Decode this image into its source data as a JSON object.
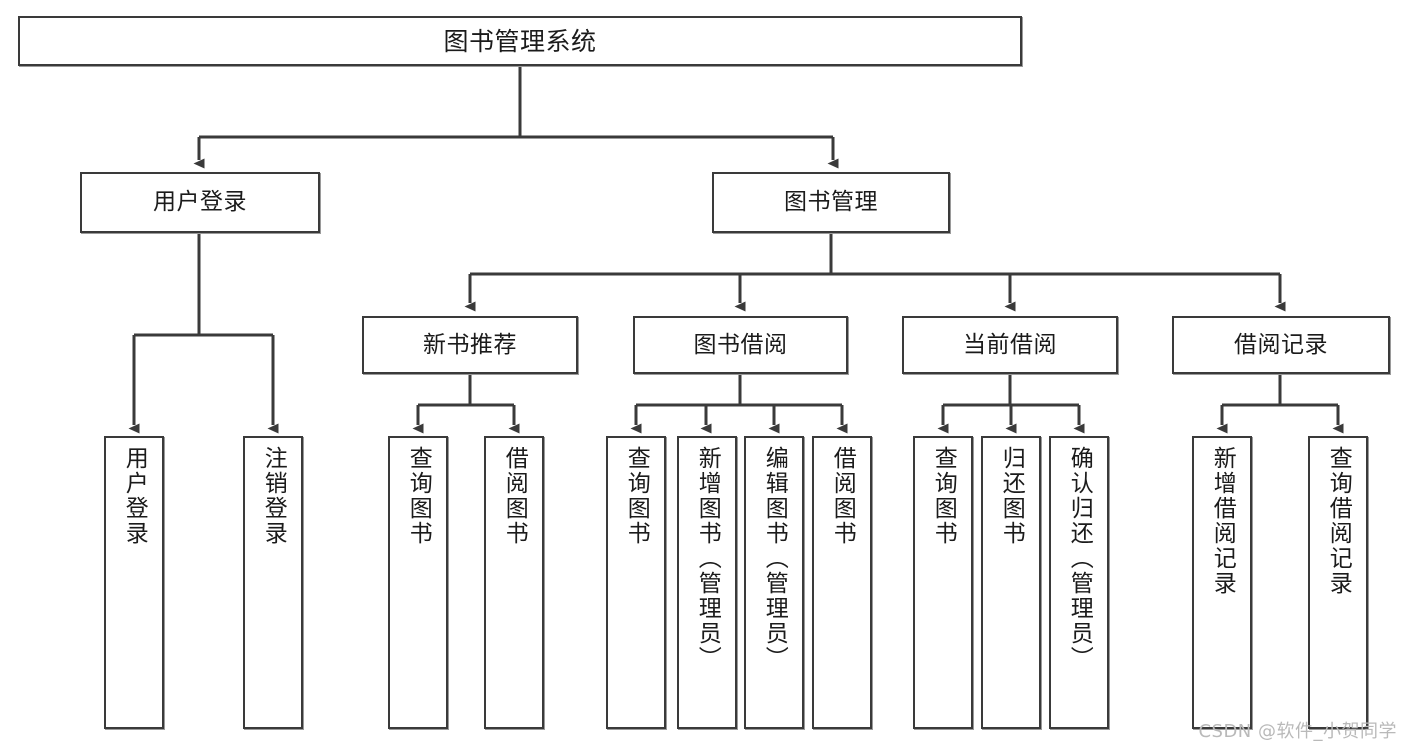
{
  "diagram": {
    "title": "图书管理系统",
    "type": "hierarchy-tree",
    "levels": 4,
    "nodes": {
      "root": {
        "label": "图书管理系统"
      },
      "level2": [
        {
          "id": "user-login",
          "label": "用户登录"
        },
        {
          "id": "book-management",
          "label": "图书管理"
        }
      ],
      "level3": [
        {
          "id": "new-book-recommend",
          "label": "新书推荐"
        },
        {
          "id": "book-borrow",
          "label": "图书借阅"
        },
        {
          "id": "current-borrow",
          "label": "当前借阅"
        },
        {
          "id": "borrow-record",
          "label": "借阅记录"
        }
      ],
      "leaves": [
        {
          "id": "leaf-user-login",
          "label": "用户登录",
          "parent": "user-login"
        },
        {
          "id": "leaf-logout-login",
          "label": "注销登录",
          "parent": "user-login"
        },
        {
          "id": "leaf-query-book-1",
          "label": "查询图书",
          "parent": "new-book-recommend"
        },
        {
          "id": "leaf-borrow-book-1",
          "label": "借阅图书",
          "parent": "new-book-recommend"
        },
        {
          "id": "leaf-query-book-2",
          "label": "查询图书",
          "parent": "book-borrow"
        },
        {
          "id": "leaf-add-book",
          "label": "新增图书（管理员）",
          "parent": "book-borrow"
        },
        {
          "id": "leaf-edit-book",
          "label": "编辑图书（管理员）",
          "parent": "book-borrow"
        },
        {
          "id": "leaf-borrow-book-2",
          "label": "借阅图书",
          "parent": "book-borrow"
        },
        {
          "id": "leaf-query-book-3",
          "label": "查询图书",
          "parent": "current-borrow"
        },
        {
          "id": "leaf-return-book",
          "label": "归还图书",
          "parent": "current-borrow"
        },
        {
          "id": "leaf-confirm-return",
          "label": "确认归还（管理员）",
          "parent": "current-borrow"
        },
        {
          "id": "leaf-add-record",
          "label": "新增借阅记录",
          "parent": "borrow-record"
        },
        {
          "id": "leaf-query-record",
          "label": "查询借阅记录",
          "parent": "borrow-record"
        }
      ]
    },
    "colors": {
      "stroke": "#3a3a3a",
      "fill": "#ffffff",
      "text": "#1b1b1b",
      "watermark": "#b9b9b9"
    }
  },
  "watermark": {
    "text": "CSDN @软件_小贺同学"
  }
}
